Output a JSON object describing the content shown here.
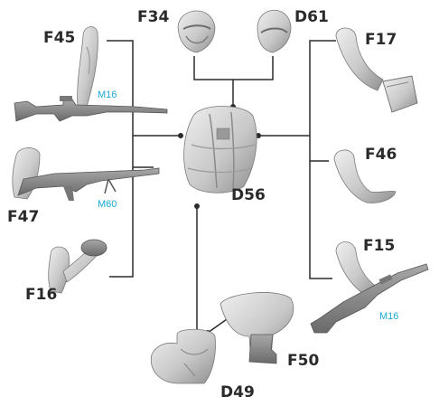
{
  "colors": {
    "line": "#2b2b2b",
    "part_light": "#e4e4e4",
    "part_mid": "#c2c2c2",
    "part_dark": "#8e8e8e",
    "label": "#2a2a2a",
    "weapon_label": "#1aa8d4"
  },
  "parts": {
    "helmet_a": "F34",
    "helmet_b": "D61",
    "arm_rifle_top": "F45",
    "arm_box": "F17",
    "torso": "D56",
    "arm_open_hand": "F46",
    "arm_m60": "F47",
    "arm_grenade": "F16",
    "arm_rifle_right": "F15",
    "leg_kneeling": "D49",
    "leg_boot": "F50"
  },
  "weapons": {
    "rifle_top": "M16",
    "machine_gun": "M60",
    "rifle_right": "M16"
  }
}
